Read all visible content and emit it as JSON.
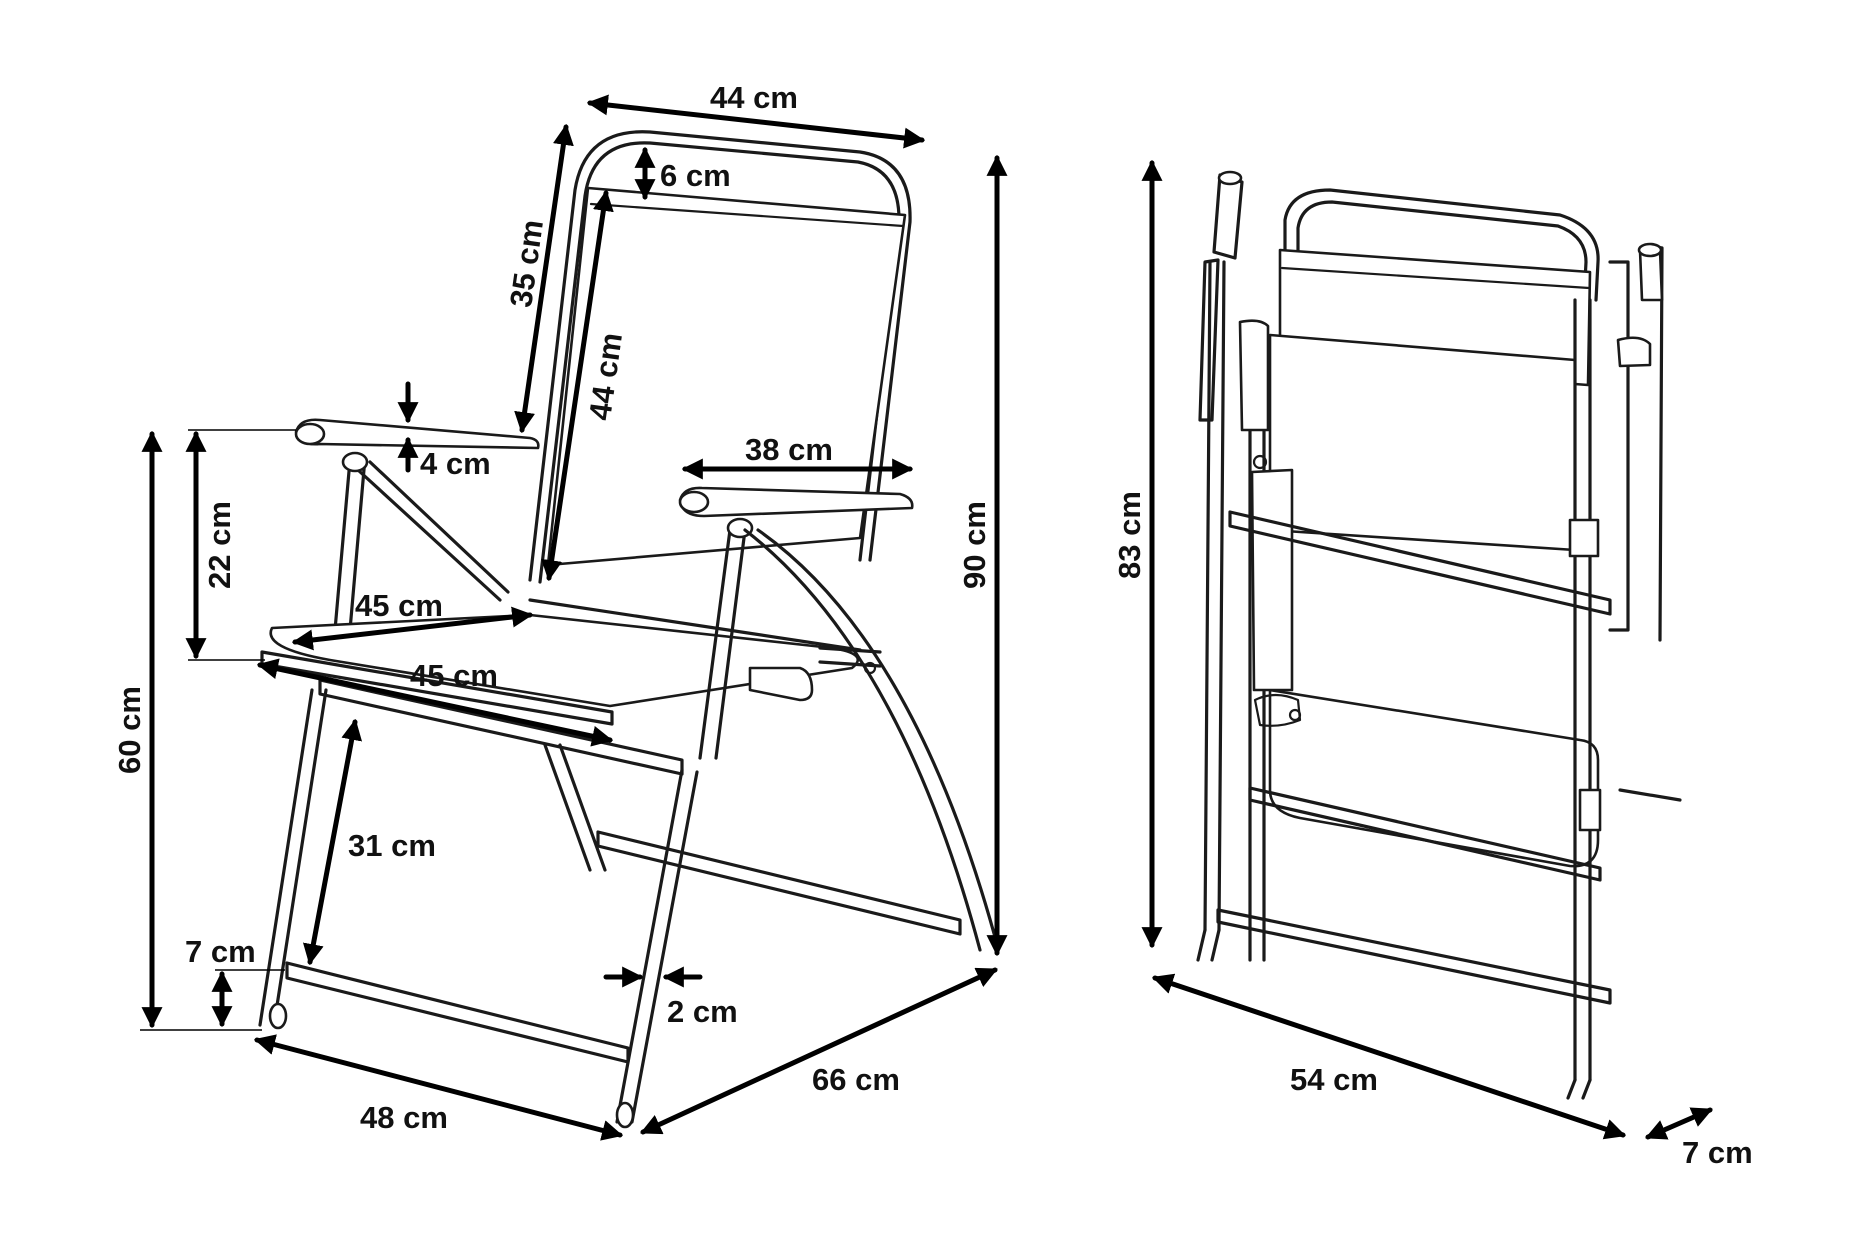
{
  "figure": {
    "unfolded_chair": {
      "top_width": "44 cm",
      "top_bar": "6 cm",
      "backrest_height": "35 cm",
      "backrest_fabric": "44 cm",
      "armrest_thickness": "4 cm",
      "armrest_length": "38 cm",
      "armrest_above_seat": "22 cm",
      "seat_depth": "45 cm",
      "seat_width": "45 cm",
      "overall_height": "90 cm",
      "arm_height": "60 cm",
      "seat_to_leg": "31 cm",
      "foot_bar": "7 cm",
      "tube": "2 cm",
      "base_width": "48 cm",
      "base_depth": "66 cm"
    },
    "folded_chair": {
      "height": "83 cm",
      "width": "54 cm",
      "thickness": "7 cm"
    }
  },
  "colors": {
    "line": "#1a1a1a",
    "dimension": "#000000",
    "background": "#ffffff"
  }
}
